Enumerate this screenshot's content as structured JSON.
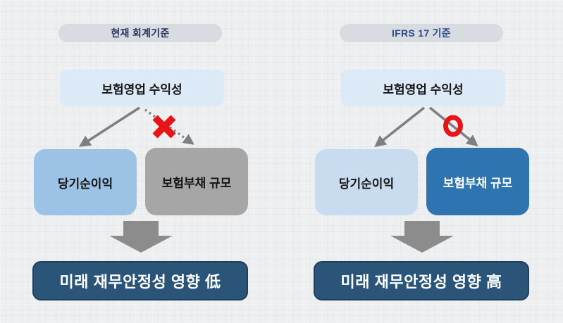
{
  "slide": {
    "background_color": "#edeff0",
    "type": "comparison-flow-diagram"
  },
  "panels": [
    {
      "id": "current-accounting",
      "header": "현재 회계기준",
      "header_color": "#28345c",
      "source_box": "보험영업 수익성",
      "profit_box": "당기순이익",
      "liability_box": "보험부채 규모",
      "liability_link_style": "dotted-blocked",
      "blocker_icon": "red-x",
      "result_box": "미래 재무안정성 영향 低",
      "colors": {
        "profit_box_bg": "#9cc3e6",
        "liability_box_bg": "#a6a6a6",
        "liability_box_text": "#141414"
      }
    },
    {
      "id": "ifrs17",
      "header": "IFRS 17 기준",
      "header_color": "#2d4a8a",
      "source_box": "보험영업 수익성",
      "profit_box": "당기순이익",
      "liability_box": "보험부채 규모",
      "liability_link_style": "solid-allowed",
      "blocker_icon": "red-o",
      "result_box": "미래 재무안정성 영향 高",
      "colors": {
        "profit_box_bg": "#c9dcef",
        "liability_box_bg": "#2e74b0",
        "liability_box_text": "#ffffff"
      }
    }
  ],
  "shared_colors": {
    "pill_bg": "#d8dbdf",
    "source_box_bg": "#dce9f6",
    "result_box_bg": "#2a5578",
    "result_box_border": "#1e3f5e",
    "connector_gray": "#7f7f7f",
    "block_arrow_gray": "#8c8c8c",
    "marker_red": "#e81518"
  }
}
